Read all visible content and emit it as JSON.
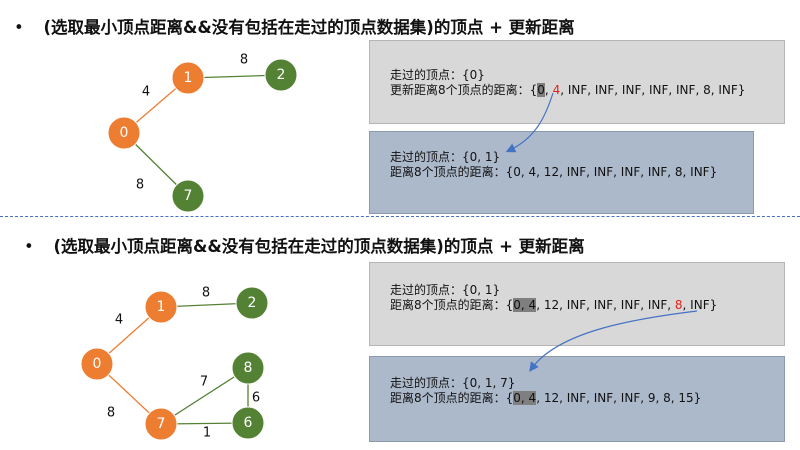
{
  "sections": [
    {
      "heading": {
        "bullet": "•",
        "text": "(选取最小顶点距离&&没有包括在走过的顶点数据集)的顶点 + 更新距离"
      },
      "graph": {
        "nodes": [
          {
            "id": "0",
            "label": "0",
            "kind": "visited"
          },
          {
            "id": "1",
            "label": "1",
            "kind": "visited"
          },
          {
            "id": "2",
            "label": "2",
            "kind": "unvisited"
          },
          {
            "id": "7",
            "label": "7",
            "kind": "unvisited"
          }
        ],
        "edges": [
          {
            "from": "0",
            "to": "1",
            "weight": "4",
            "kind": "visited"
          },
          {
            "from": "1",
            "to": "2",
            "weight": "8",
            "kind": "unvisited"
          },
          {
            "from": "0",
            "to": "7",
            "weight": "8",
            "kind": "unvisited"
          }
        ]
      },
      "before_box": {
        "line1": "走过的顶点：{0}",
        "line2_prefix": "更新距离8个顶点的距离：{",
        "line2_tokens": [
          {
            "text": "0",
            "style": "highlight"
          },
          {
            "text": ", ",
            "style": "plain"
          },
          {
            "text": "4",
            "style": "red"
          },
          {
            "text": ", INF, INF, INF, INF, INF, 8, INF}",
            "style": "plain"
          }
        ]
      },
      "after_box": {
        "line1": "走过的顶点：{0, 1}",
        "line2_prefix": "距离8个顶点的距离：{",
        "line2_tokens": [
          {
            "text": "0, 4, 12, INF, INF, INF, INF, 8, INF}",
            "style": "plain"
          }
        ]
      }
    },
    {
      "heading": {
        "bullet": "•",
        "text": "(选取最小顶点距离&&没有包括在走过的顶点数据集)的顶点 + 更新距离"
      },
      "graph": {
        "nodes": [
          {
            "id": "0",
            "label": "0",
            "kind": "visited"
          },
          {
            "id": "1",
            "label": "1",
            "kind": "visited"
          },
          {
            "id": "2",
            "label": "2",
            "kind": "unvisited"
          },
          {
            "id": "7",
            "label": "7",
            "kind": "visited"
          },
          {
            "id": "8",
            "label": "8",
            "kind": "unvisited"
          },
          {
            "id": "6",
            "label": "6",
            "kind": "unvisited"
          }
        ],
        "edges": [
          {
            "from": "0",
            "to": "1",
            "weight": "4",
            "kind": "visited"
          },
          {
            "from": "1",
            "to": "2",
            "weight": "8",
            "kind": "unvisited"
          },
          {
            "from": "0",
            "to": "7",
            "weight": "8",
            "kind": "visited"
          },
          {
            "from": "7",
            "to": "8",
            "weight": "7",
            "kind": "unvisited"
          },
          {
            "from": "7",
            "to": "6",
            "weight": "1",
            "kind": "unvisited"
          },
          {
            "from": "8",
            "to": "6",
            "weight": "6",
            "kind": "unvisited"
          }
        ]
      },
      "before_box": {
        "line1": "走过的顶点：{0, 1}",
        "line2_prefix": "距离8个顶点的距离：{",
        "line2_tokens": [
          {
            "text": "0, 4",
            "style": "highlight"
          },
          {
            "text": ", 12, INF, INF, INF, INF, ",
            "style": "plain"
          },
          {
            "text": "8",
            "style": "red"
          },
          {
            "text": ", INF}",
            "style": "plain"
          }
        ]
      },
      "after_box": {
        "line1": "走过的顶点：{0, 1, 7}",
        "line2_prefix": "距离8个顶点的距离：{",
        "line2_tokens": [
          {
            "text": "0, 4",
            "style": "highlight"
          },
          {
            "text": ", 12, INF, INF, INF, 9, 8, 15}",
            "style": "plain"
          }
        ]
      }
    }
  ],
  "colors": {
    "visited_node": "#ed7d31",
    "unvisited_node": "#548235",
    "visited_edge": "#ed7d31",
    "unvisited_edge": "#548235",
    "arrow": "#4472c4",
    "highlight": "#7f7f7f",
    "red_text": "#e0241b",
    "gray_box": "#d8d8d8",
    "blue_box": "#acb9cb"
  }
}
